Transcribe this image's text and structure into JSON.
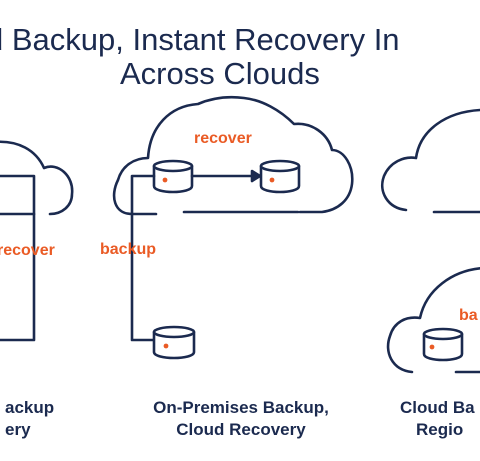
{
  "title": {
    "line1": "d Backup, Instant Recovery In",
    "line2": "Across Clouds"
  },
  "labels": {
    "recover_left": "recover",
    "recover_center": "recover",
    "backup_center": "backup",
    "backup_right": "ba"
  },
  "captions": {
    "left_line1": "ackup",
    "left_line2": "ery",
    "center_line1": "On-Premises Backup,",
    "center_line2": "Cloud Recovery",
    "right_line1": "Cloud Ba",
    "right_line2": "Regio"
  },
  "colors": {
    "navy": "#1b2a4f",
    "orange": "#ea5b25"
  }
}
